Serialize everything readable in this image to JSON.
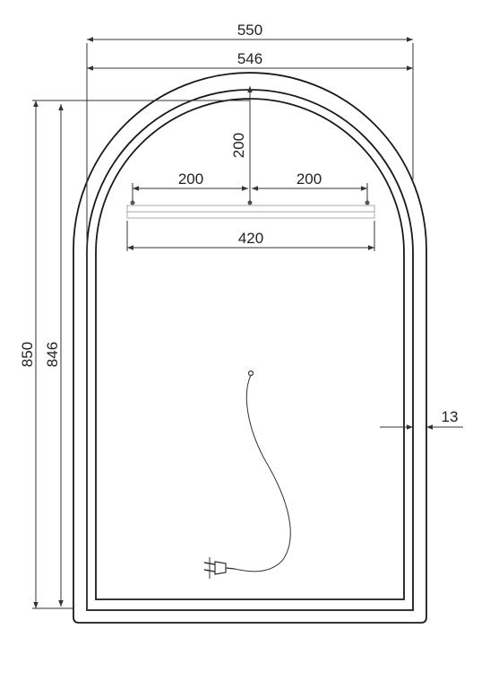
{
  "dimensions": {
    "total_width": "550",
    "inner_width": "546",
    "total_height": "850",
    "inner_height": "846",
    "top_offset": "200",
    "left_span": "200",
    "right_span": "200",
    "light_length": "420",
    "frame_depth": "13"
  },
  "colors": {
    "line": "#1a1a1a",
    "dimension_line": "#333333",
    "light_strip": "#b8b8b8",
    "background": "#ffffff"
  }
}
